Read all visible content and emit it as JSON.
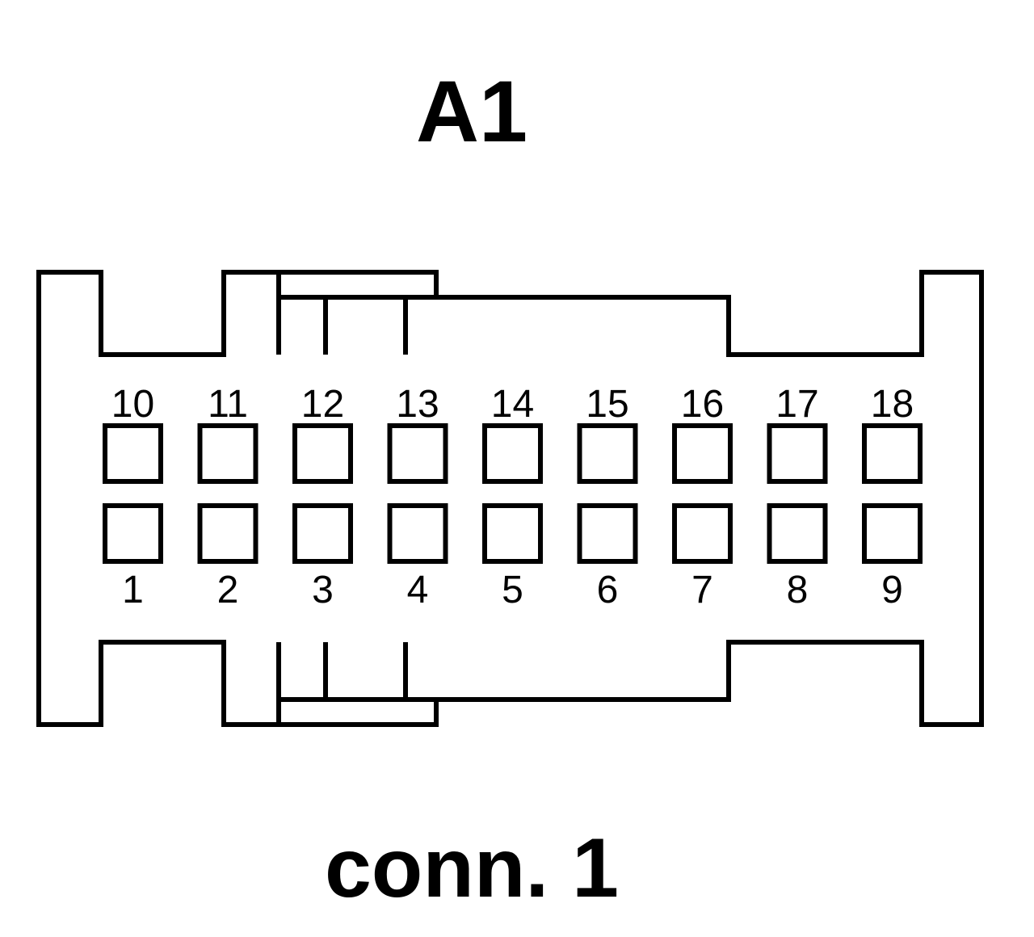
{
  "title": "A1",
  "caption": "conn. 1",
  "colors": {
    "ink": "#000000",
    "background": "#ffffff"
  },
  "pins": {
    "top_row": [
      "10",
      "11",
      "12",
      "13",
      "14",
      "15",
      "16",
      "17",
      "18"
    ],
    "bottom_row": [
      "1",
      "2",
      "3",
      "4",
      "5",
      "6",
      "7",
      "8",
      "9"
    ]
  }
}
